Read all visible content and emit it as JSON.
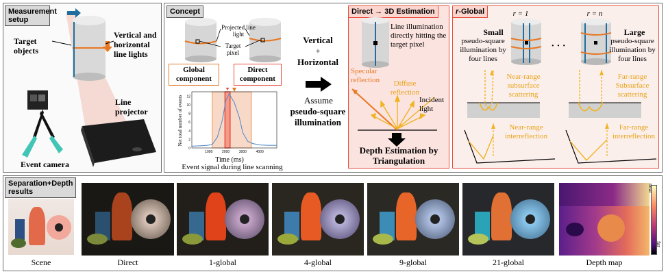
{
  "setup": {
    "tag": "Measurement setup",
    "target_objects": "Target objects",
    "lights": "Vertical and horizontal line lights",
    "projector": "Line projector",
    "camera": "Event camera"
  },
  "concept": {
    "tag": "Concept",
    "projected_line": "Projected line light",
    "target_pixel": "Target pixel",
    "global_component": "Global component",
    "direct_component": "Direct component",
    "plot_ylabel": "Net total number of events",
    "plot_xlabel": "Time (ms)",
    "plot_xticks": [
      "1000",
      "2000",
      "3000",
      "4000"
    ],
    "plot_yticks": [
      "0",
      "2",
      "4",
      "6",
      "8",
      "10",
      "12"
    ],
    "plot_caption": "Event signal during line scanning",
    "vertical": "Vertical",
    "plus": "+",
    "horizontal": "Horizontal",
    "assume": "Assume",
    "pseudo_square": "pseudo-square",
    "illumination": "illumination"
  },
  "direct": {
    "tag": "Direct → 3D Estimation",
    "line_text": "Line illumination directly hitting the target pixel",
    "specular": "Specular reflection",
    "diffuse": "Diffuse reflection",
    "incident": "Incident light",
    "depth": "Depth Estimation by Triangulation"
  },
  "rglobal": {
    "tag_r": "r",
    "tag_rest": "-Global",
    "r1": "r = 1",
    "rn": "r = n",
    "dots": "·  ·  ·",
    "small_head": "Small",
    "small_body": "pseudo-square illumination by four lines",
    "large_head": "Large",
    "large_body": "pseudo-square illumination by four lines",
    "near_sub": "Near-range subsurface scattering",
    "far_sub": "Far-range Subsurface scattering",
    "near_inter": "Near-range interreflection",
    "far_inter": "Far-range interreflection"
  },
  "results": {
    "tag": "Separation+Depth results",
    "captions": [
      "Scene",
      "Direct",
      "1-global",
      "4-global",
      "9-global",
      "21-global",
      "Depth map"
    ],
    "colorbar_top": "near",
    "colorbar_bottom": "far"
  },
  "colors": {
    "orange_line": "#e87722",
    "red_component": "#e84b3c",
    "gold_arrows": "#f0b323",
    "blue_line": "#1f6e9e"
  },
  "chart_data": {
    "type": "line",
    "x": [
      0,
      500,
      900,
      1200,
      1500,
      1800,
      2000,
      2200,
      2500,
      2800,
      3000,
      3300,
      3600,
      4000,
      4500,
      5000
    ],
    "y": [
      0.4,
      0.5,
      0.6,
      0.8,
      2.5,
      6.5,
      11.0,
      12.5,
      10.5,
      7.0,
      3.5,
      1.5,
      1.0,
      0.7,
      0.6,
      0.6
    ],
    "xlim": [
      0,
      5000
    ],
    "ylim": [
      0,
      13
    ],
    "xlabel": "Time (ms)",
    "ylabel": "Net total number of events"
  }
}
